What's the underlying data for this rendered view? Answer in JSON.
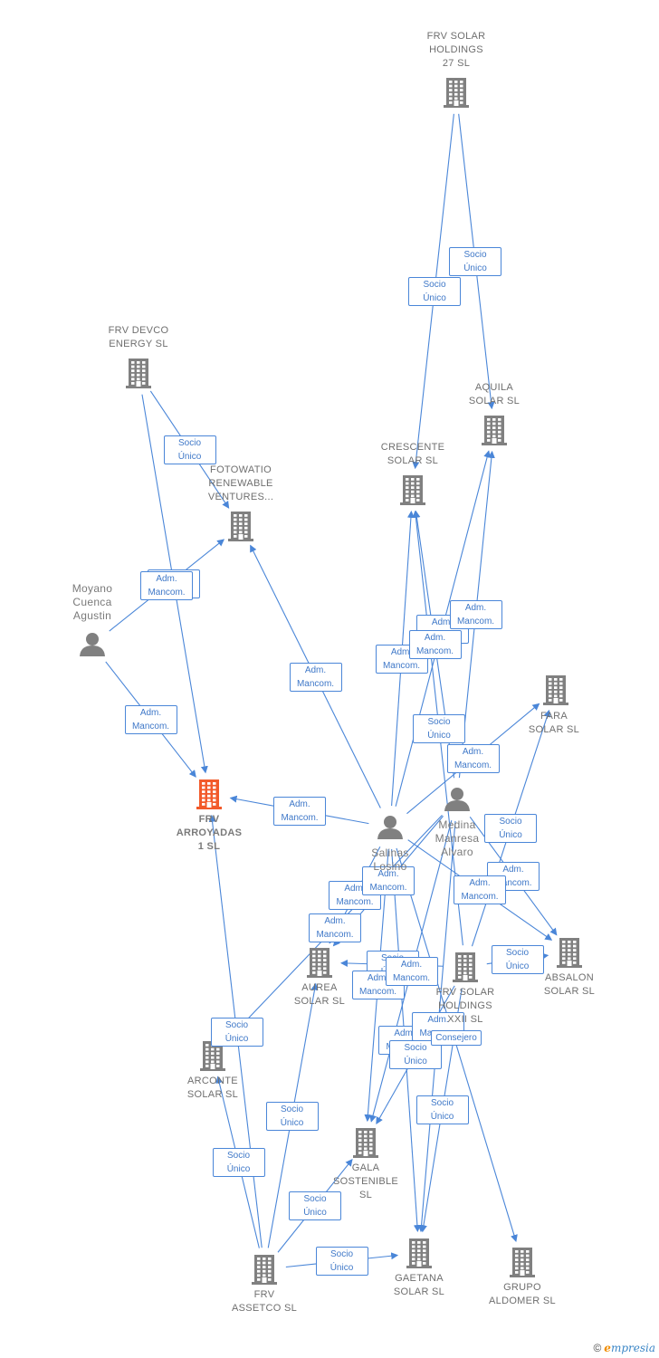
{
  "nodes": [
    {
      "id": "frv_holdings_27",
      "type": "company",
      "label": "FRV SOLAR\nHOLDINGS\n27  SL"
    },
    {
      "id": "aquila",
      "type": "company",
      "label": "AQUILA\nSOLAR  SL"
    },
    {
      "id": "crescente",
      "type": "company",
      "label": "CRESCENTE\nSOLAR  SL"
    },
    {
      "id": "devco",
      "type": "company",
      "label": "FRV DEVCO\nENERGY  SL"
    },
    {
      "id": "fotowatio",
      "type": "company",
      "label": "FOTOWATIO\nRENEWABLE\nVENTURES..."
    },
    {
      "id": "moyano",
      "type": "person",
      "label": "Moyano\nCuenca\nAgustin"
    },
    {
      "id": "arroyadas",
      "type": "company",
      "label": "FRV\nARROYADAS\n1  SL",
      "focus": true
    },
    {
      "id": "salinas",
      "type": "person",
      "label": "Salinas\nLosino"
    },
    {
      "id": "medina",
      "type": "person",
      "label": "Medina\nManresa\nAlvaro"
    },
    {
      "id": "fara",
      "type": "company",
      "label": "FARA\nSOLAR  SL"
    },
    {
      "id": "absalon",
      "type": "company",
      "label": "ABSALON\nSOLAR  SL"
    },
    {
      "id": "aurea",
      "type": "company",
      "label": "AUREA\nSOLAR  SL"
    },
    {
      "id": "frv_holdings_xxii",
      "type": "company",
      "label": "FRV SOLAR\nHOLDINGS\nXXII  SL"
    },
    {
      "id": "arconte",
      "type": "company",
      "label": "ARCONTE\nSOLAR  SL"
    },
    {
      "id": "gala",
      "type": "company",
      "label": "GALA\nSOSTENIBLE\nSL"
    },
    {
      "id": "gaetana",
      "type": "company",
      "label": "GAETANA\nSOLAR  SL"
    },
    {
      "id": "aldomer",
      "type": "company",
      "label": "GRUPO\nALDOMER SL"
    },
    {
      "id": "assetco",
      "type": "company",
      "label": "FRV\nASSETCO  SL"
    }
  ],
  "edges": [
    {
      "from": "frv_holdings_27",
      "to": "crescente",
      "label": "Socio\nÚnico"
    },
    {
      "from": "frv_holdings_27",
      "to": "aquila",
      "label": "Socio\nÚnico"
    },
    {
      "from": "devco",
      "to": "fotowatio",
      "label": "Socio\nÚnico"
    },
    {
      "from": "devco",
      "to": "arroyadas",
      "label": "Socio\nÚnico"
    },
    {
      "from": "moyano",
      "to": "fotowatio",
      "label": "Adm.\nMancom."
    },
    {
      "from": "moyano",
      "to": "arroyadas",
      "label": "Adm.\nMancom."
    },
    {
      "from": "salinas",
      "to": "fotowatio",
      "label": "Adm.\nMancom."
    },
    {
      "from": "salinas",
      "to": "arroyadas",
      "label": "Adm.\nMancom."
    },
    {
      "from": "salinas",
      "to": "crescente",
      "label": "Adm.\nMancom."
    },
    {
      "from": "salinas",
      "to": "aquila",
      "label": "Adm.\nMancom."
    },
    {
      "from": "medina",
      "to": "crescente",
      "label": "Adm.\nMancom."
    },
    {
      "from": "medina",
      "to": "aquila",
      "label": "Adm.\nMancom."
    },
    {
      "from": "salinas",
      "to": "fara",
      "label": "Adm.\nMancom."
    },
    {
      "from": "frv_holdings_xxii",
      "to": "crescente",
      "label": "Socio\nÚnico"
    },
    {
      "from": "frv_holdings_xxii",
      "to": "fara",
      "label": "Socio\nÚnico"
    },
    {
      "from": "medina",
      "to": "absalon",
      "label": "Adm.\nMancom."
    },
    {
      "from": "salinas",
      "to": "absalon",
      "label": "Adm.\nMancom."
    },
    {
      "from": "frv_holdings_xxii",
      "to": "absalon",
      "label": "Socio\nÚnico"
    },
    {
      "from": "salinas",
      "to": "aurea",
      "label": "Adm.\nMancom."
    },
    {
      "from": "medina",
      "to": "aurea",
      "label": "Adm.\nMancom."
    },
    {
      "from": "medina",
      "to": "arconte",
      "label": "Adm.\nMancom."
    },
    {
      "from": "frv_holdings_xxii",
      "to": "aurea",
      "label": "Socio\nÚnico"
    },
    {
      "from": "salinas",
      "to": "gala",
      "label": "Adm.\nMancom."
    },
    {
      "from": "medina",
      "to": "gala",
      "label": "Adm.\nMancom."
    },
    {
      "from": "salinas",
      "to": "gaetana",
      "label": "Adm.\nMancom."
    },
    {
      "from": "medina",
      "to": "gaetana",
      "label": "Adm.\nMancom."
    },
    {
      "from": "frv_holdings_xxii",
      "to": "gala",
      "label": "Socio\nÚnico"
    },
    {
      "from": "frv_holdings_xxii",
      "to": "gaetana",
      "label": "Socio\nÚnico"
    },
    {
      "from": "salinas",
      "to": "aldomer",
      "label": "Consejero"
    },
    {
      "from": "assetco",
      "to": "arconte",
      "label": "Socio\nÚnico"
    },
    {
      "from": "assetco",
      "to": "aurea",
      "label": "Socio\nÚnico"
    },
    {
      "from": "assetco",
      "to": "gala",
      "label": "Socio\nÚnico"
    },
    {
      "from": "assetco",
      "to": "gaetana",
      "label": "Socio\nÚnico"
    },
    {
      "from": "assetco",
      "to": "arroyadas",
      "label": "Socio\nÚnico"
    }
  ],
  "colors": {
    "edge": "#4a86d8",
    "node": "#808080",
    "focus": "#f25a2a"
  },
  "credit": {
    "copyright": "©",
    "brand_e": "e",
    "brand_rest": "mpresia"
  }
}
